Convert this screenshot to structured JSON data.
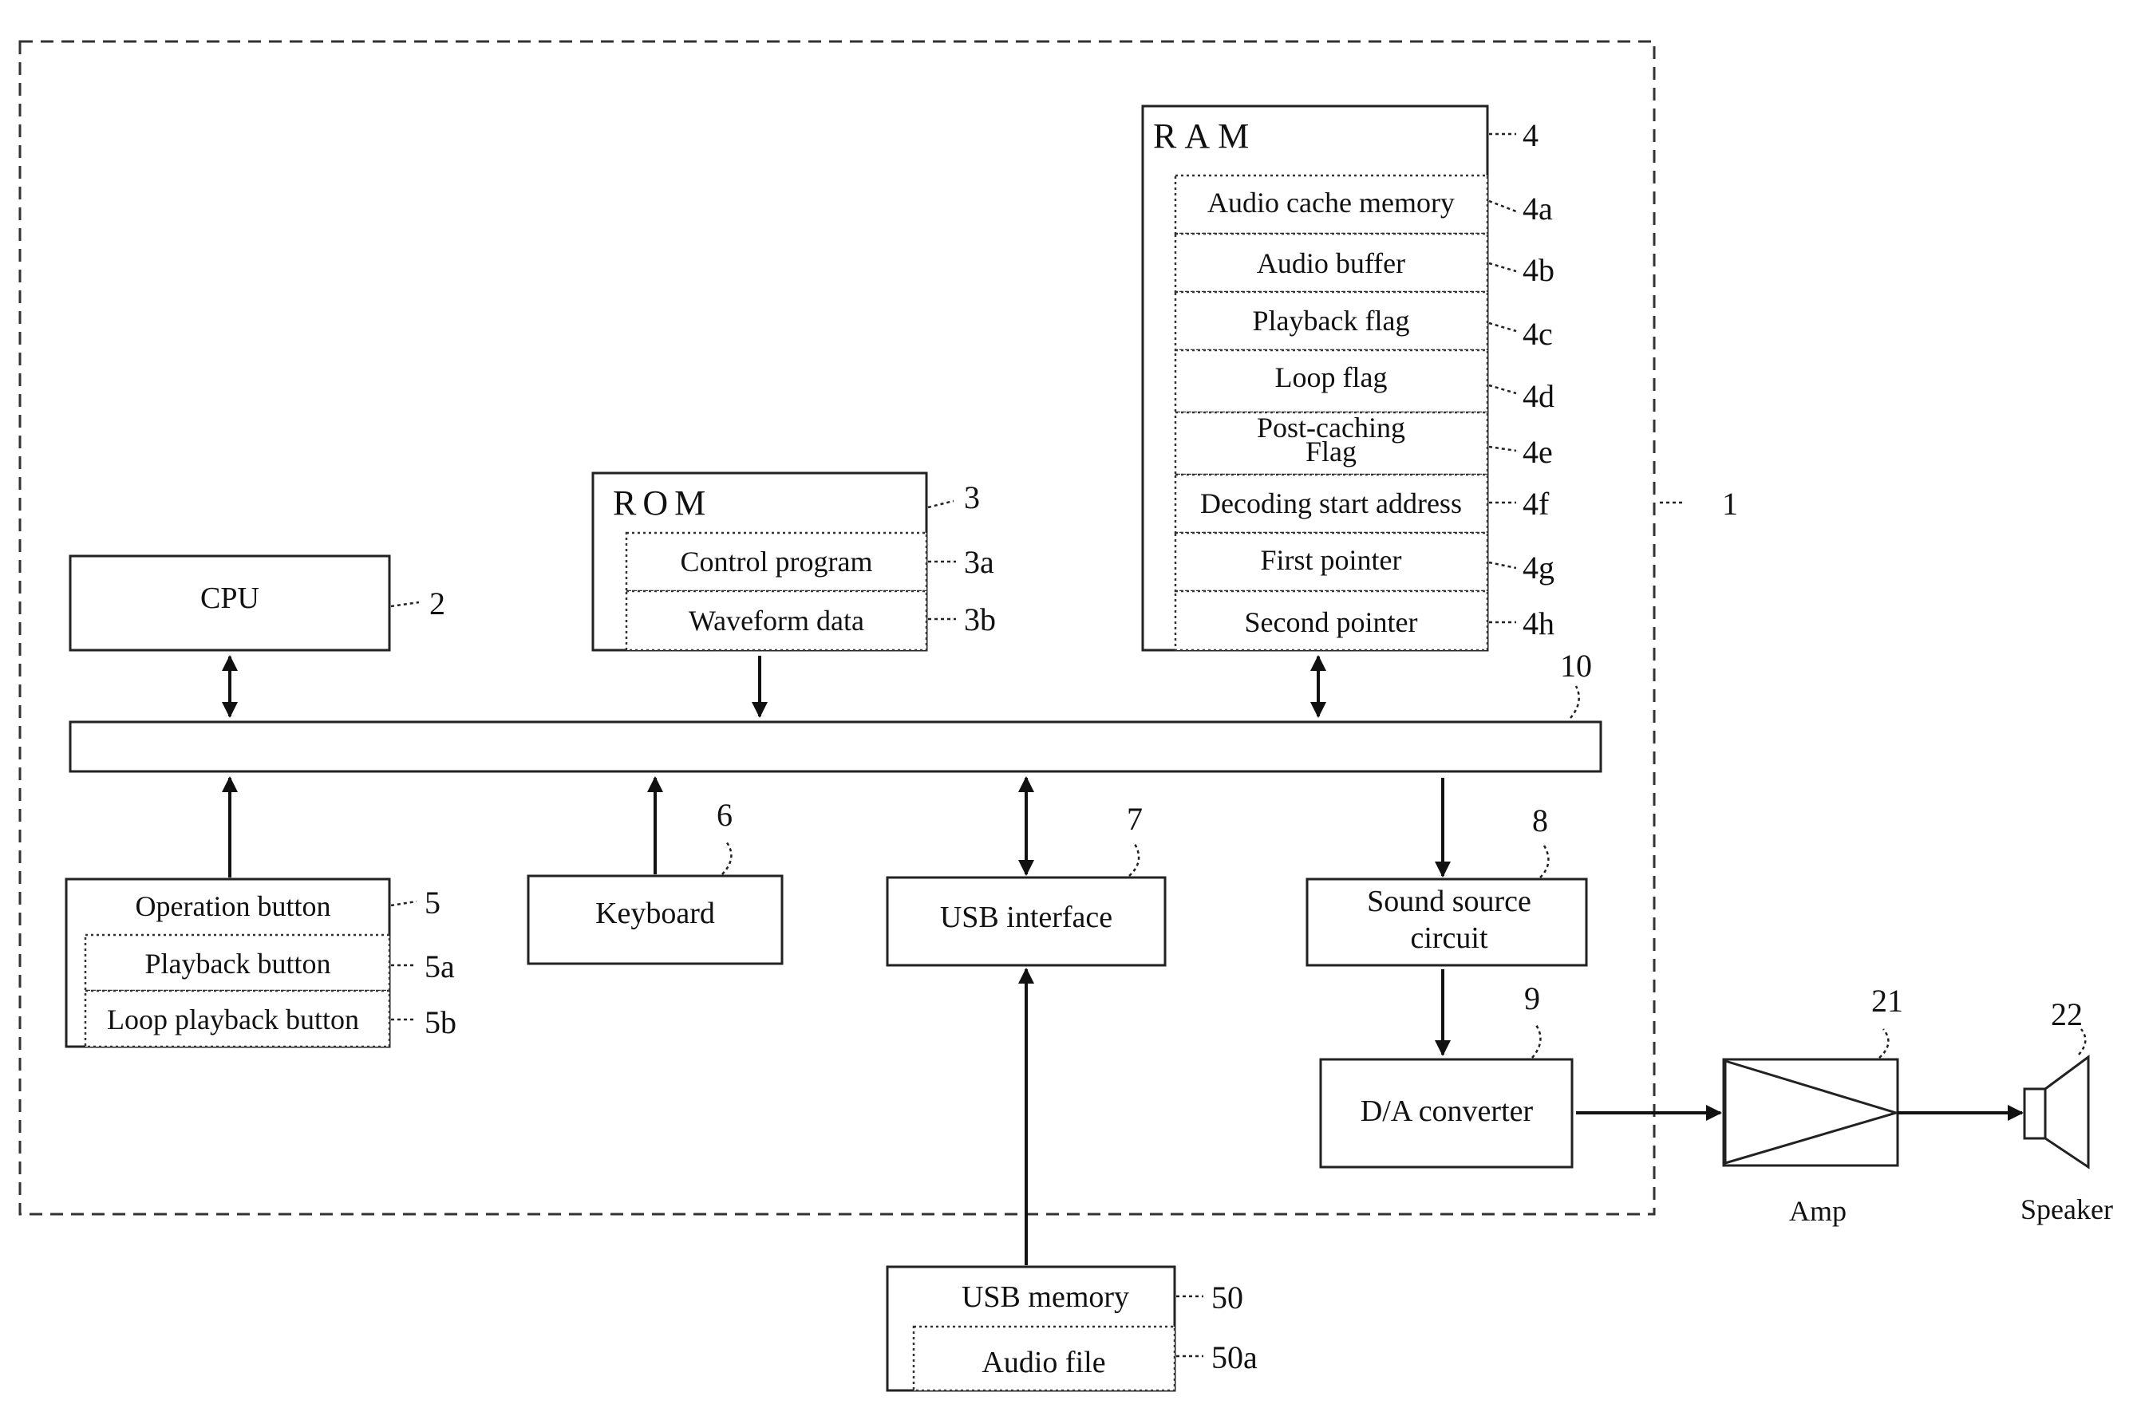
{
  "device": {
    "ref": "1"
  },
  "cpu": {
    "label": "CPU",
    "ref": "2"
  },
  "rom": {
    "title": "ROM",
    "ref": "3",
    "items": [
      {
        "label": "Control program",
        "ref": "3a"
      },
      {
        "label": "Waveform data",
        "ref": "3b"
      }
    ]
  },
  "ram": {
    "title": "RAM",
    "ref": "4",
    "items": [
      {
        "label": "Audio cache memory",
        "ref": "4a"
      },
      {
        "label": "Audio buffer",
        "ref": "4b"
      },
      {
        "label": "Playback flag",
        "ref": "4c"
      },
      {
        "label": "Loop flag",
        "ref": "4d"
      },
      {
        "label": "Post-caching",
        "label2": "Flag",
        "ref": "4e"
      },
      {
        "label": "Decoding start address",
        "ref": "4f"
      },
      {
        "label": "First pointer",
        "ref": "4g"
      },
      {
        "label": "Second pointer",
        "ref": "4h"
      }
    ]
  },
  "bus": {
    "ref": "10"
  },
  "operation": {
    "title": "Operation button",
    "ref": "5",
    "items": [
      {
        "label": "Playback button",
        "ref": "5a"
      },
      {
        "label": "Loop playback button",
        "ref": "5b"
      }
    ]
  },
  "keyboard": {
    "label": "Keyboard",
    "ref": "6"
  },
  "usb_interface": {
    "label": "USB interface",
    "ref": "7"
  },
  "sound_source": {
    "line1": "Sound source",
    "line2": "circuit",
    "ref": "8"
  },
  "da_converter": {
    "label": "D/A converter",
    "ref": "9"
  },
  "amp": {
    "label": "Amp",
    "ref": "21"
  },
  "speaker": {
    "label": "Speaker",
    "ref": "22"
  },
  "usb_memory": {
    "title": "USB memory",
    "ref": "50",
    "items": [
      {
        "label": "Audio file",
        "ref": "50a"
      }
    ]
  }
}
